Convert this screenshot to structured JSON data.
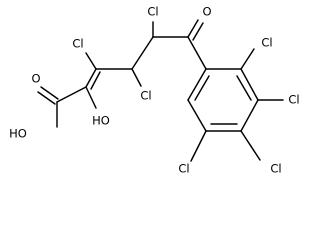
{
  "molecule": {
    "atoms": {
      "cl_c3": "Cl",
      "cl_c4": "Cl",
      "cl_c5": "Cl",
      "o_ketone": "O",
      "o_carboxyl_carbonyl": "O",
      "oh_carboxyl": "HO",
      "oh_alkenyl": "HO",
      "cl_ring_2": "Cl",
      "cl_ring_3": "Cl",
      "cl_ring_4": "Cl",
      "cl_ring_5": "Cl"
    }
  }
}
